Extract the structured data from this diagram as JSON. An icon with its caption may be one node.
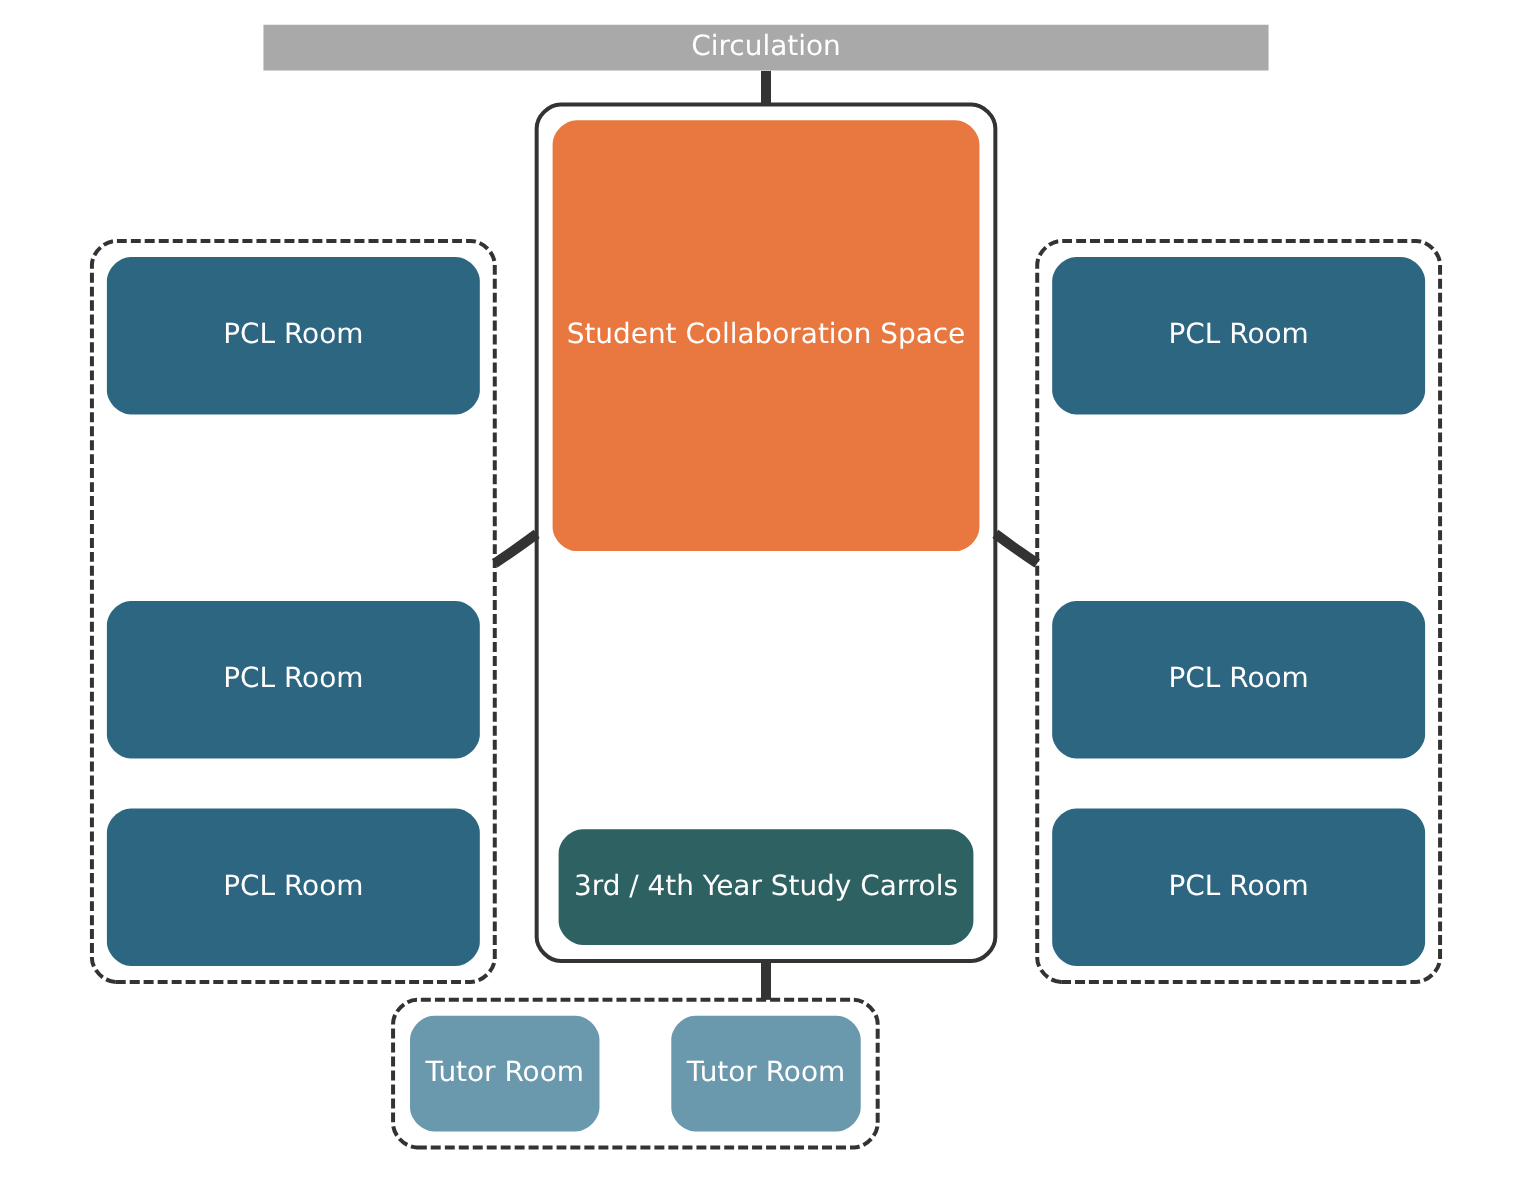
{
  "diagram": {
    "nodes": [
      {
        "text": [
          "Circulation"
        ]
      },
      {
        "text": [],
        "shape": "box"
      },
      {
        "text": [
          "PCL Room"
        ],
        "in": 1
      },
      {
        "text": [
          "PCL Room"
        ],
        "in": 1
      },
      {
        "text": [
          "PCL Room"
        ],
        "in": 1
      },
      {
        "text": [],
        "shape": "box"
      },
      {
        "text": [
          "Student Collaboration Space"
        ],
        "in": 5
      },
      {
        "text": [
          "3rd / 4th Year Study Carrols"
        ],
        "in": 5
      },
      {
        "text": [],
        "shape": "box"
      },
      {
        "text": [
          "PCL Room"
        ],
        "in": 8
      },
      {
        "text": [
          "PCL Room"
        ],
        "in": 8
      },
      {
        "text": [
          "PCL Room"
        ],
        "in": 8
      },
      {
        "text": [],
        "shape": "box"
      },
      {
        "text": [
          "Tutor Room"
        ],
        "in": 12
      },
      {
        "text": [
          "Tutor Room"
        ],
        "in": 12
      }
    ],
    "edges": [
      {
        "from": 0,
        "to": 5,
        "arrow": "none"
      },
      {
        "from": 1,
        "to": 5,
        "arrow": "none"
      },
      {
        "from": 5,
        "to": 8,
        "arrow": "none"
      },
      {
        "from": 5,
        "to": 12,
        "arrow": "none"
      }
    ]
  }
}
